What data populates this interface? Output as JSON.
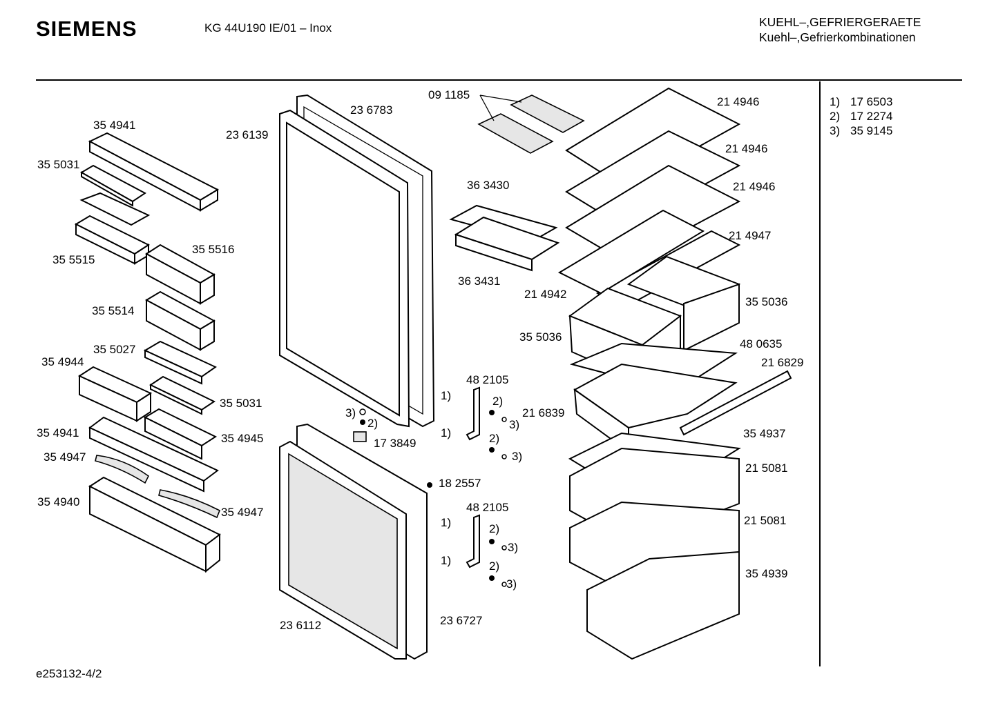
{
  "header": {
    "brand": "SIEMENS",
    "model": "KG 44U190 IE/01 – Inox",
    "category_line1": "KUEHL–,GEFRIERGERAETE",
    "category_line2": "Kuehl–,Gefrierkombinationen"
  },
  "footer": {
    "drawing_id": "e253132-4/2"
  },
  "legend": [
    {
      "key": "1)",
      "part": "17 6503"
    },
    {
      "key": "2)",
      "part": "17 2274"
    },
    {
      "key": "3)",
      "part": "35 9145"
    }
  ],
  "labels": {
    "l354941a": "35 4941",
    "l355031a": "35 5031",
    "l355515": "35 5515",
    "l355516": "35 5516",
    "l355514": "35 5514",
    "l355027": "35 5027",
    "l354944": "35 4944",
    "l355031b": "35 5031",
    "l354941b": "35 4941",
    "l354945": "35 4945",
    "l354947a": "35 4947",
    "l354940": "35 4940",
    "l354947b": "35 4947",
    "l236139": "23 6139",
    "l236783": "23 6783",
    "l236112": "23 6112",
    "l236727": "23 6727",
    "l173849": "17 3849",
    "l182557": "18 2557",
    "l482105a": "48 2105",
    "l482105b": "48 2105",
    "l091185": "09 1185",
    "l363430": "36 3430",
    "l363431": "36 3431",
    "l214946a": "21 4946",
    "l214946b": "21 4946",
    "l214946c": "21 4946",
    "l214947": "21 4947",
    "l214942": "21 4942",
    "l355036a": "35 5036",
    "l355036b": "35 5036",
    "l480635": "48 0635",
    "l216829": "21 6829",
    "l216839": "21 6839",
    "l354937": "35 4937",
    "l215081a": "21 5081",
    "l215081b": "21 5081",
    "l354939": "35 4939",
    "ref_1": "1)",
    "ref_2": "2)",
    "ref_3": "3)"
  }
}
